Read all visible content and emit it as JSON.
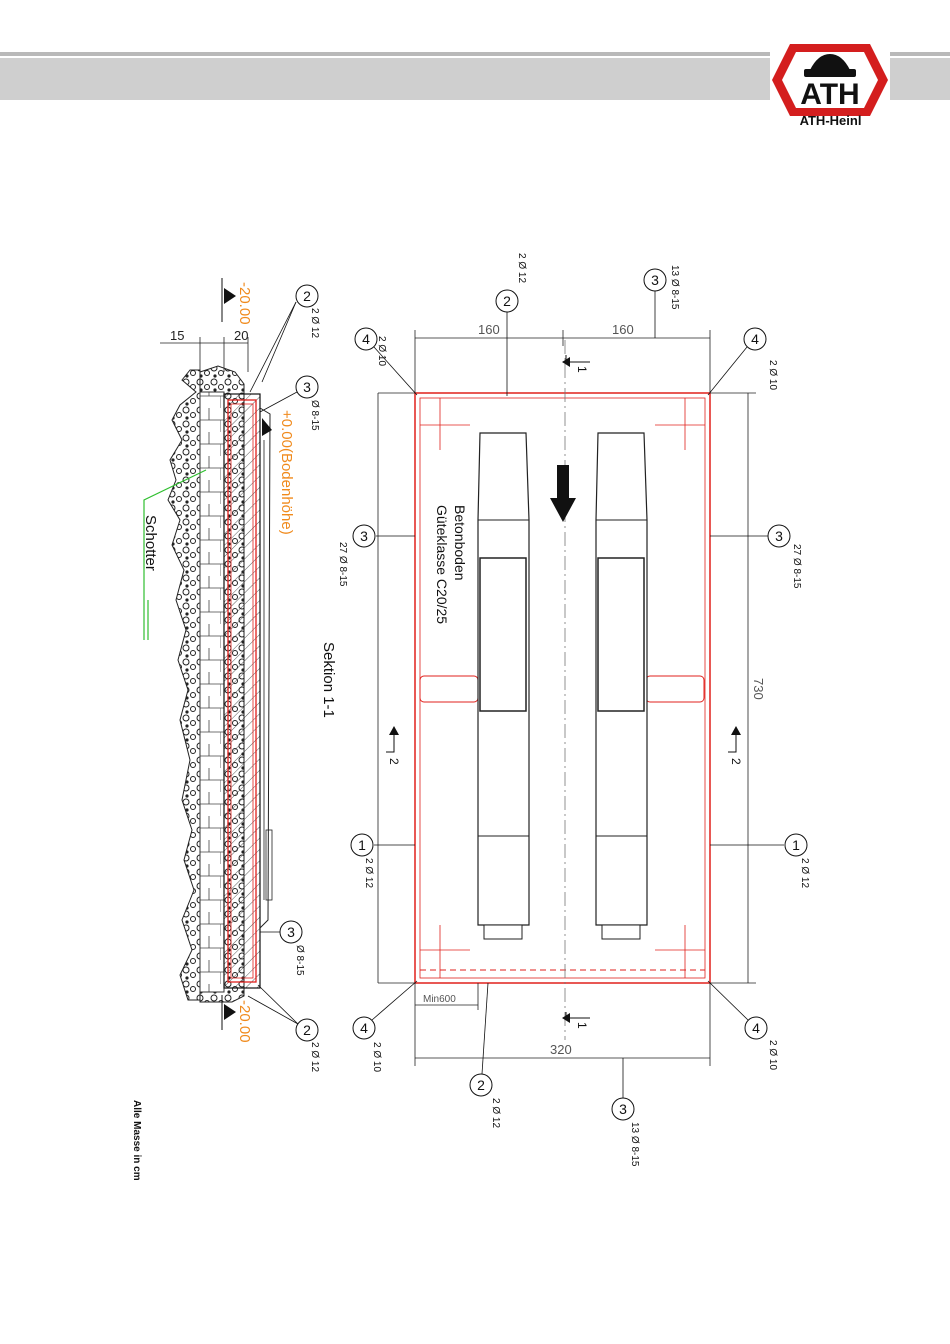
{
  "logo": {
    "mark": "ATH",
    "name": "ATH-Heinl"
  },
  "section_view": {
    "title": "Sektion 1-1",
    "level_bottom_left": "-20.00",
    "level_bottom_right": "-20.00",
    "level_floor": "+0.00(Bodenhöhe)",
    "gravel_label": "Schotter",
    "dim_15": "15",
    "dim_20": "20",
    "callout_2_top": "2",
    "callout_2_top_rebar": "2 Ø 12",
    "callout_3_top": "3",
    "callout_3_top_rebar": "Ø 8-15",
    "callout_3_bottom": "3",
    "callout_3_bottom_rebar": "Ø 8-15",
    "callout_2_bottom": "2",
    "callout_2_bottom_rebar": "2 Ø 12"
  },
  "plan_view": {
    "concrete_line1": "Betonboden",
    "concrete_line2": "Güteklasse C20/25",
    "dim_top_left": "160",
    "dim_top_right": "160",
    "dim_bottom": "320",
    "dim_length": "730",
    "min_label": "Min600",
    "section_marker": "1",
    "section_marker_b": "1",
    "section_marker_2a": "2",
    "section_marker_2b": "2",
    "callouts": {
      "c2_top": "2",
      "c2_top_rebar": "2 Ø 12",
      "c3_top": "3",
      "c3_top_rebar": "13 Ø 8-15",
      "c4_tl": "4",
      "c4_tl_rebar": "2 Ø 10",
      "c4_tr": "4",
      "c4_tr_rebar": "2 Ø 10",
      "c3_left": "3",
      "c3_left_rebar": "27 Ø 8-15",
      "c3_right": "3",
      "c3_right_rebar": "27 Ø 8-15",
      "c1_left": "1",
      "c1_left_rebar": "2 Ø 12",
      "c1_right": "1",
      "c1_right_rebar": "2 Ø 12",
      "c4_bl": "4",
      "c4_bl_rebar": "2 Ø 10",
      "c4_br": "4",
      "c4_br_rebar": "2 Ø 10",
      "c2_bottom": "2",
      "c2_bottom_rebar": "2 Ø 12",
      "c3_bottom": "3",
      "c3_bottom_rebar": "13 Ø 8-15"
    }
  },
  "footer_note": "Alle Masse in cm",
  "colors": {
    "rebar": "#e0201c",
    "level": "#f08a1c",
    "gravel": "#2fbf2f",
    "ink": "#111111",
    "header": "#cfcfcf"
  }
}
